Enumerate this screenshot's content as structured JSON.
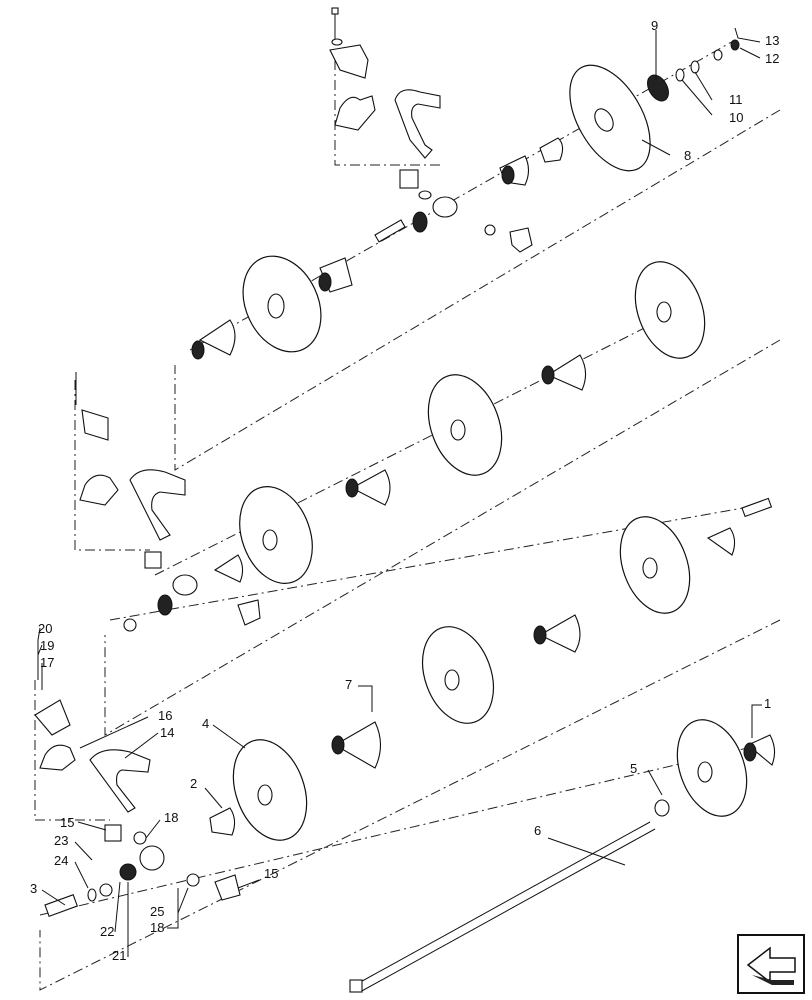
{
  "diagram": {
    "callouts": [
      {
        "id": "c1",
        "text": "1"
      },
      {
        "id": "c2",
        "text": "2"
      },
      {
        "id": "c3",
        "text": "3"
      },
      {
        "id": "c4",
        "text": "4"
      },
      {
        "id": "c5",
        "text": "5"
      },
      {
        "id": "c6",
        "text": "6"
      },
      {
        "id": "c7",
        "text": "7"
      },
      {
        "id": "c8",
        "text": "8"
      },
      {
        "id": "c9",
        "text": "9"
      },
      {
        "id": "c10",
        "text": "10"
      },
      {
        "id": "c11",
        "text": "11"
      },
      {
        "id": "c12",
        "text": "12"
      },
      {
        "id": "c13",
        "text": "13"
      },
      {
        "id": "c14",
        "text": "14"
      },
      {
        "id": "c15a",
        "text": "15"
      },
      {
        "id": "c15b",
        "text": "15"
      },
      {
        "id": "c16",
        "text": "16"
      },
      {
        "id": "c17",
        "text": "17"
      },
      {
        "id": "c18a",
        "text": "18"
      },
      {
        "id": "c18b",
        "text": "18"
      },
      {
        "id": "c19",
        "text": "19"
      },
      {
        "id": "c20",
        "text": "20"
      },
      {
        "id": "c21",
        "text": "21"
      },
      {
        "id": "c22",
        "text": "22"
      },
      {
        "id": "c23",
        "text": "23"
      },
      {
        "id": "c24",
        "text": "24"
      },
      {
        "id": "c25",
        "text": "25"
      }
    ],
    "nav_icon": "previous-page-arrow-icon"
  }
}
